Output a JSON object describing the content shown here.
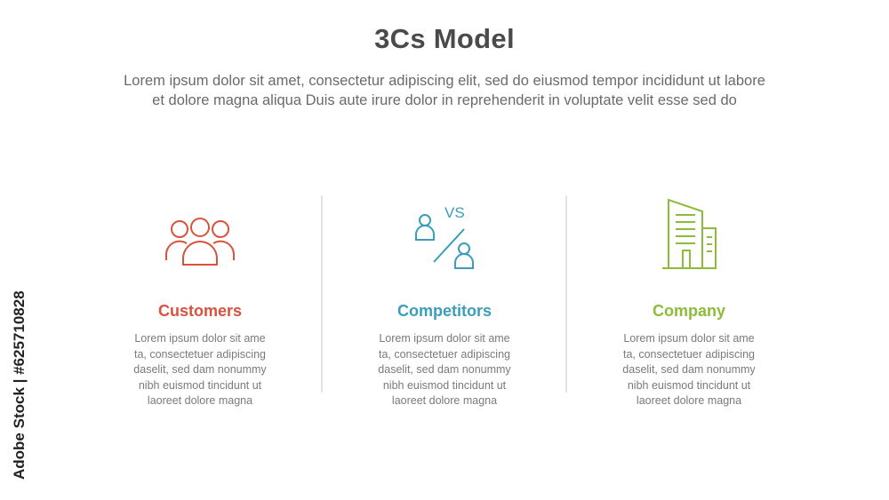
{
  "title": "3Cs Model",
  "subtitle_lines": [
    "Lorem ipsum dolor sit amet, consectetur adipiscing elit, sed do eiusmod tempor incididunt ut labore",
    "et dolore magna aliqua Duis aute irure dolor in reprehenderit in voluptate velit esse sed do"
  ],
  "columns": [
    {
      "icon": "people-group-icon",
      "title": "Customers",
      "color": "#d6533e",
      "body_lines": [
        "Lorem ipsum dolor sit ame",
        "ta, consectetuer adipiscing",
        "daselit, sed dam nonummy",
        "nibh euismod tincidunt ut",
        "laoreet dolore magna"
      ]
    },
    {
      "icon": "versus-icon",
      "icon_text": "VS",
      "title": "Competitors",
      "color": "#3b9dbb",
      "body_lines": [
        "Lorem ipsum dolor sit ame",
        "ta, consectetuer adipiscing",
        "daselit, sed dam nonummy",
        "nibh euismod tincidunt ut",
        "laoreet dolore magna"
      ]
    },
    {
      "icon": "building-icon",
      "title": "Company",
      "color": "#8dbb3a",
      "body_lines": [
        "Lorem ipsum dolor sit ame",
        "ta, consectetuer adipiscing",
        "daselit, sed dam nonummy",
        "nibh euismod tincidunt ut",
        "laoreet dolore magna"
      ]
    }
  ],
  "watermark": "Adobe Stock | #625710828"
}
